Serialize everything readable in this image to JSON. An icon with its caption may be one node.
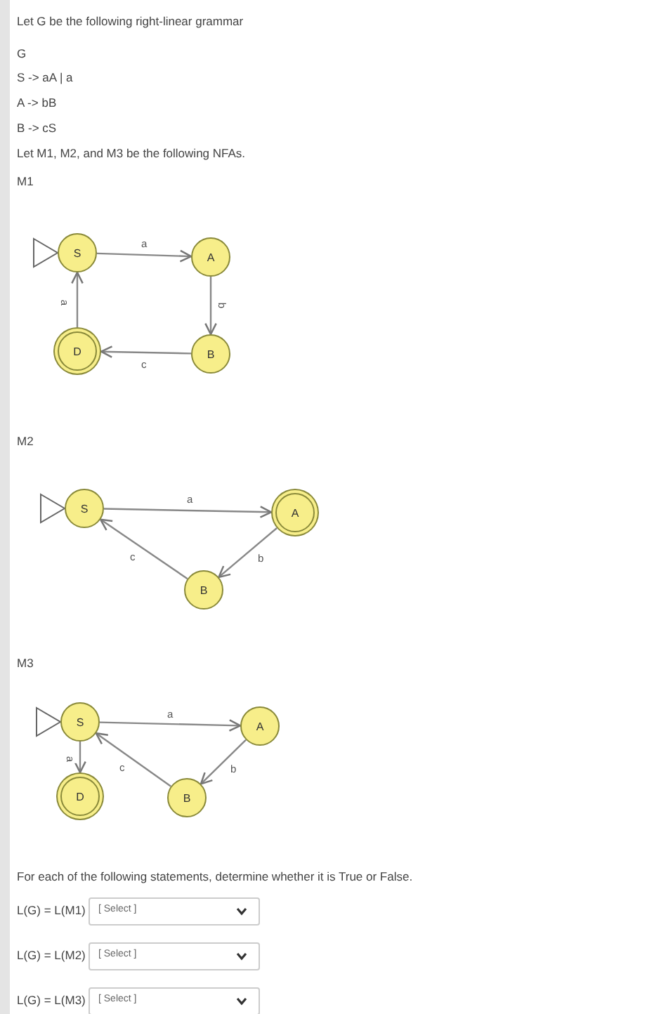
{
  "diagram": {
    "nodes": [
      {
        "text": [
          "S"
        ]
      },
      {
        "text": [
          "A"
        ]
      },
      {
        "text": [
          "B"
        ]
      },
      {
        "text": [
          "D"
        ]
      },
      {
        "text": [
          "S"
        ]
      },
      {
        "text": [
          "A"
        ]
      },
      {
        "text": [
          "B"
        ]
      },
      {
        "text": [
          "S"
        ]
      },
      {
        "text": [
          "A"
        ]
      },
      {
        "text": [
          "B"
        ]
      },
      {
        "text": [
          "D"
        ]
      }
    ],
    "edges": [
      {
        "from": 0,
        "to": 1,
        "arrow": "to",
        "label": "a"
      },
      {
        "from": 1,
        "to": 2,
        "arrow": "to",
        "label": "b"
      },
      {
        "from": 2,
        "to": 3,
        "arrow": "to",
        "label": "c"
      },
      {
        "from": 3,
        "to": 0,
        "arrow": "to",
        "label": "a"
      },
      {
        "from": 4,
        "to": 5,
        "arrow": "to",
        "label": "a"
      },
      {
        "from": 5,
        "to": 6,
        "arrow": "to",
        "label": "b"
      },
      {
        "from": 6,
        "to": 4,
        "arrow": "to",
        "label": "c"
      },
      {
        "from": 7,
        "to": 8,
        "arrow": "to",
        "label": "a"
      },
      {
        "from": 8,
        "to": 9,
        "arrow": "to",
        "label": "b"
      },
      {
        "from": 9,
        "to": 7,
        "arrow": "to",
        "label": "c"
      },
      {
        "from": 7,
        "to": 10,
        "arrow": "to",
        "label": "a"
      }
    ],
    "labels": [
      "Let G be the following right-linear grammar",
      "G",
      "S -> aA | a",
      "A -> bB",
      "B -> cS",
      "Let M1, M2, and M3 be the following NFAs.",
      "M1",
      "M2",
      "M3",
      "For each of the following statements, determine whether it is True or False.",
      "L(G) = L(M1)",
      "[ Select ]",
      "L(G) = L(M2)",
      "[ Select ]",
      "L(G) = L(M3)",
      "[ Select ]"
    ]
  }
}
